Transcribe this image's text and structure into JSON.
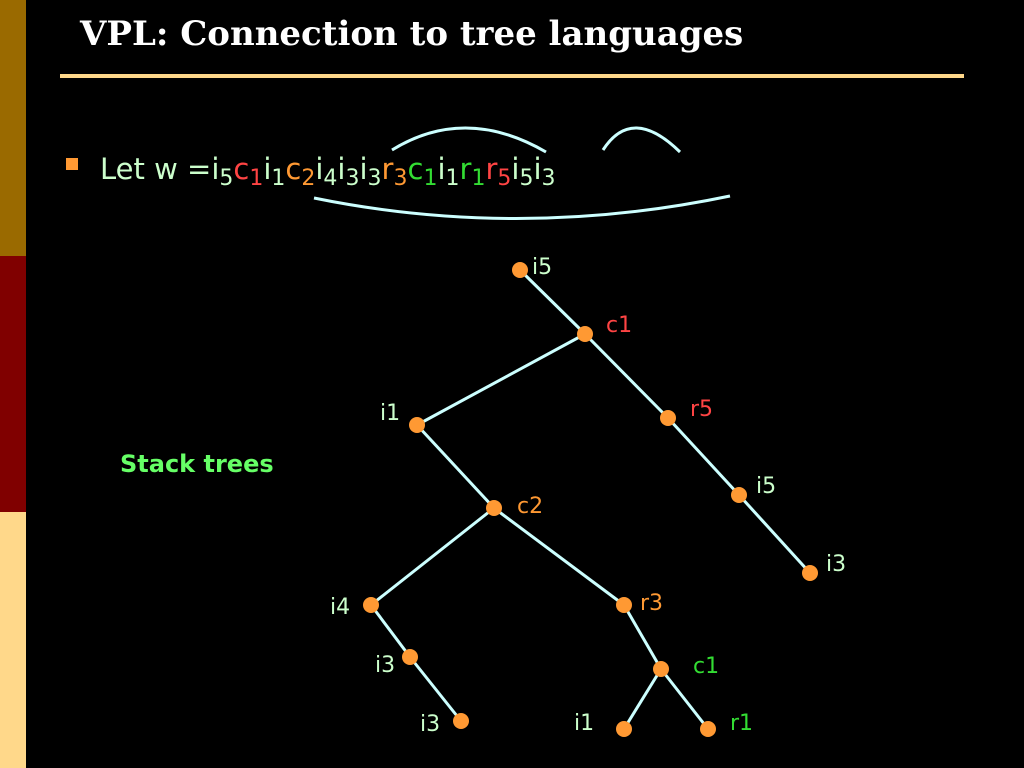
{
  "title": "VPL: Connection to tree languages",
  "bullet_prefix": "Let w =",
  "word": [
    {
      "base": "i",
      "sub": "5",
      "color": "#ccffcc"
    },
    {
      "base": "c",
      "sub": "1",
      "color": "#ff4444"
    },
    {
      "base": "i",
      "sub": "1",
      "color": "#ccffcc"
    },
    {
      "base": "c",
      "sub": "2",
      "color": "#ff9933"
    },
    {
      "base": "i",
      "sub": "4",
      "color": "#ccffcc"
    },
    {
      "base": "i",
      "sub": "3",
      "color": "#ccffcc"
    },
    {
      "base": "i",
      "sub": "3",
      "color": "#ccffcc"
    },
    {
      "base": "r",
      "sub": "3",
      "color": "#ff9933"
    },
    {
      "base": "c",
      "sub": "1",
      "color": "#33dd33"
    },
    {
      "base": "i",
      "sub": "1",
      "color": "#ccffcc"
    },
    {
      "base": "r",
      "sub": "1",
      "color": "#33dd33"
    },
    {
      "base": "r",
      "sub": "5",
      "color": "#ff4444"
    },
    {
      "base": "i",
      "sub": "5",
      "color": "#ccffcc"
    },
    {
      "base": "i",
      "sub": "3",
      "color": "#ccffcc"
    }
  ],
  "stack_label": "Stack trees",
  "colors": {
    "edge": "#ccffff",
    "node": "#ff9933",
    "internal_label": "#ccffcc"
  },
  "tree": {
    "nodes": [
      {
        "id": "n0",
        "label": "i5",
        "color": "#ccffcc"
      },
      {
        "id": "n1",
        "label": "c1",
        "color": "#ff4444"
      },
      {
        "id": "n2",
        "label": "i1",
        "color": "#ccffcc"
      },
      {
        "id": "n3",
        "label": "r5",
        "color": "#ff4444"
      },
      {
        "id": "n4",
        "label": "c2",
        "color": "#ff9933"
      },
      {
        "id": "n5",
        "label": "i5",
        "color": "#ccffcc"
      },
      {
        "id": "n6",
        "label": "i3",
        "color": "#ccffcc"
      },
      {
        "id": "n7",
        "label": "i4",
        "color": "#ccffcc"
      },
      {
        "id": "n8",
        "label": "r3",
        "color": "#ff9933"
      },
      {
        "id": "n9",
        "label": "i3",
        "color": "#ccffcc"
      },
      {
        "id": "n10",
        "label": "c1",
        "color": "#33dd33"
      },
      {
        "id": "n11",
        "label": "i3",
        "color": "#ccffcc"
      },
      {
        "id": "n12",
        "label": "i1",
        "color": "#ccffcc"
      },
      {
        "id": "n13",
        "label": "r1",
        "color": "#33dd33"
      }
    ],
    "edges": [
      [
        "n0",
        "n1"
      ],
      [
        "n1",
        "n2"
      ],
      [
        "n1",
        "n3"
      ],
      [
        "n2",
        "n4"
      ],
      [
        "n3",
        "n5"
      ],
      [
        "n5",
        "n6"
      ],
      [
        "n4",
        "n7"
      ],
      [
        "n4",
        "n8"
      ],
      [
        "n7",
        "n9"
      ],
      [
        "n8",
        "n10"
      ],
      [
        "n9",
        "n11"
      ],
      [
        "n10",
        "n12"
      ],
      [
        "n10",
        "n13"
      ]
    ]
  }
}
